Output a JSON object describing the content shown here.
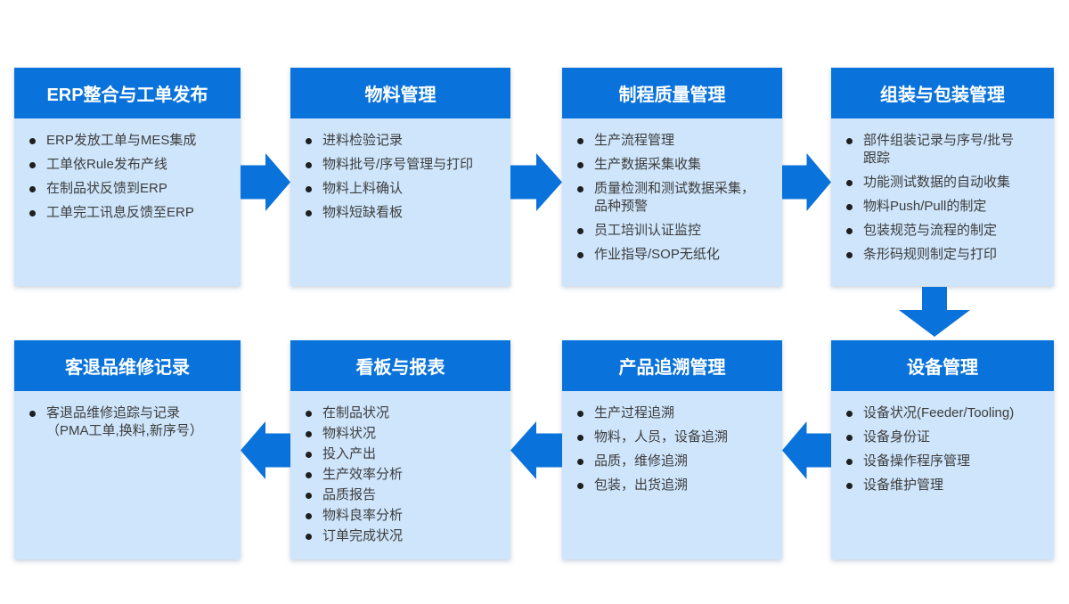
{
  "palette": {
    "header_blue": "#0a73db",
    "body_blue": "#cee5fb",
    "arrow_blue": "#0a73db",
    "text_color": "#3d3d3d",
    "bullet_color": "#1f1f1f"
  },
  "boxes": [
    {
      "title": "ERP整合与工单发布",
      "items": [
        "ERP发放工单与MES集成",
        "工单依Rule发布产线",
        "在制品状反馈到ERP",
        "工单完工讯息反馈至ERP"
      ]
    },
    {
      "title": "物料管理",
      "items": [
        "进料检验记录",
        "物料批号/序号管理与打印",
        "物料上料确认",
        "物料短缺看板"
      ]
    },
    {
      "title": "制程质量管理",
      "items": [
        "生产流程管理",
        "生产数据采集收集",
        "质量检测和测试数据采集，\n品种预警",
        "员工培训认证监控",
        "作业指导/SOP无纸化"
      ]
    },
    {
      "title": "组装与包装管理",
      "items": [
        "部件组装记录与序号/批号\n跟踪",
        "功能测试数据的自动收集",
        "物料Push/Pull的制定",
        "包装规范与流程的制定",
        "条形码规则制定与打印"
      ]
    },
    {
      "title": "设备管理",
      "items": [
        "设备状况(Feeder/Tooling)",
        "设备身份证",
        "设备操作程序管理",
        "设备维护管理"
      ]
    },
    {
      "title": "产品追溯管理",
      "items": [
        "生产过程追溯",
        "物料，人员，设备追溯",
        "品质，维修追溯",
        "包装，出货追溯"
      ]
    },
    {
      "title": "看板与报表",
      "items": [
        "在制品状况",
        "物料状况",
        "投入产出",
        "生产效率分析",
        "品质报告",
        "物料良率分析",
        "订单完成状况"
      ]
    },
    {
      "title": "客退品维修记录",
      "items": [
        "客退品维修追踪与记录\n（PMA工单,换料,新序号）"
      ]
    }
  ]
}
